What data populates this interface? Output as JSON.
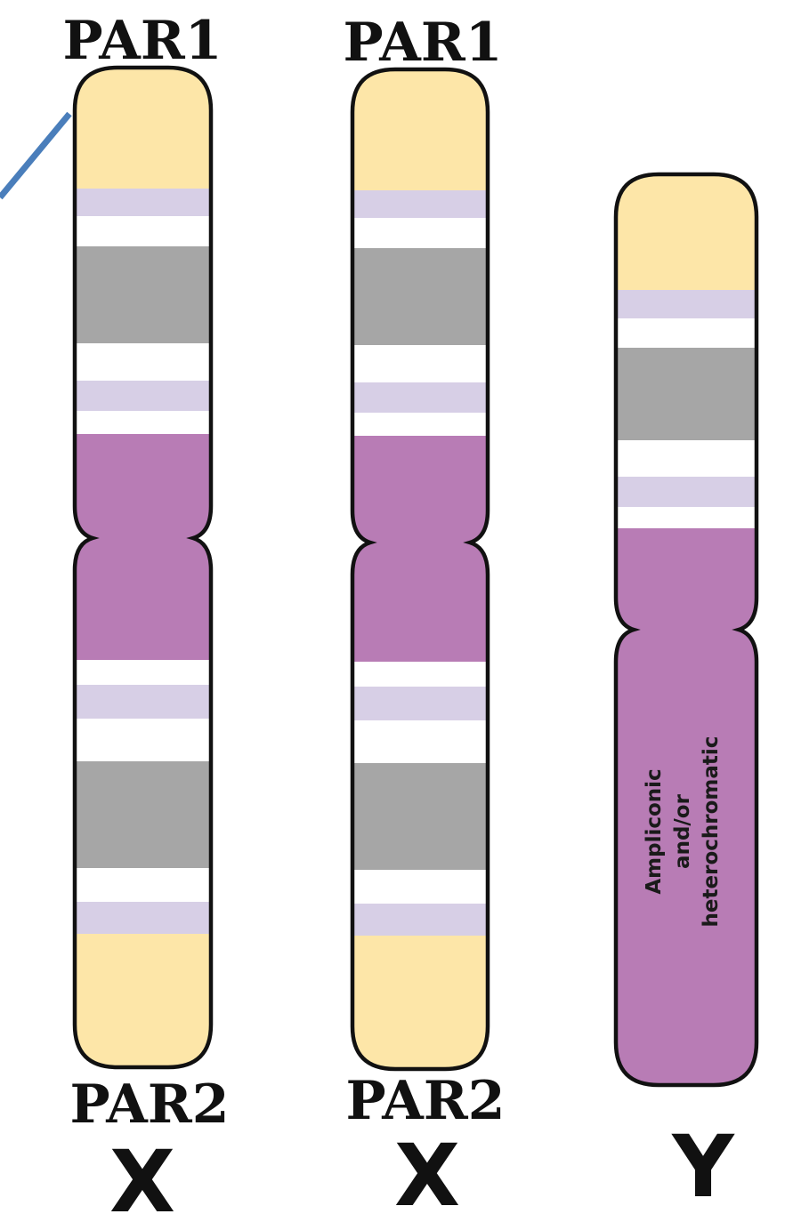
{
  "colors": {
    "par_region": "#FDE6A8",
    "light_band": "#D7CFE6",
    "white_band": "#FFFFFF",
    "gray_band": "#A6A6A6",
    "centromere_region": "#B87CB5",
    "outline": "#111111",
    "pointer_line": "#4A7EBB"
  },
  "chromosomes": [
    {
      "name": "X",
      "label": "X",
      "par1_label": "PAR1",
      "par2_label": "PAR2"
    },
    {
      "name": "X",
      "label": "X",
      "par1_label": "PAR1",
      "par2_label": "PAR2"
    },
    {
      "name": "Y",
      "label": "Y",
      "annotation": [
        "Ampliconic",
        "and/or",
        "heterochromatic"
      ]
    }
  ]
}
